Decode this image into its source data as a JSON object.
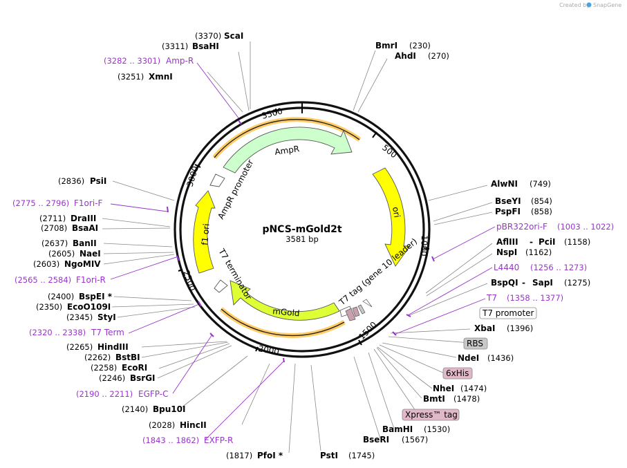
{
  "credit": {
    "prefix": "Created by",
    "brand": "SnapGene"
  },
  "plasmid": {
    "name": "pNCS-mGold2t",
    "size": "3581 bp"
  },
  "ticks": [
    "500",
    "1000",
    "1500",
    "2000",
    "2500",
    "3000",
    "3500"
  ],
  "features": {
    "ampr": "AmpR",
    "ampr_promoter": "AmpR promoter",
    "ori": "ori",
    "f1ori": "f1 ori",
    "t7_terminator": "T7 terminator",
    "mgold": "mGold",
    "t7tag": "T7 tag (gene 10 leader)"
  },
  "labels": {
    "scai": {
      "pos": "(3370)",
      "name": "ScaI"
    },
    "bsahi": {
      "pos": "(3311)",
      "name": "BsaHI"
    },
    "ampr_primer": {
      "pos": "(3282 .. 3301)",
      "name": "Amp-R"
    },
    "xmni": {
      "pos": "(3251)",
      "name": "XmnI"
    },
    "bmri": {
      "pos": "(230)",
      "name": "BmrI"
    },
    "ahdi": {
      "pos": "(270)",
      "name": "AhdI"
    },
    "alwni": {
      "pos": "(749)",
      "name": "AlwNI"
    },
    "bseyi": {
      "pos": "(854)",
      "name": "BseYI"
    },
    "pspfi": {
      "pos": "(858)",
      "name": "PspFI"
    },
    "pbr322": {
      "pos": "(1003 .. 1022)",
      "name": "pBR322ori-F"
    },
    "afliii": {
      "pos": "(1158)",
      "name": "AflIII",
      "sep": "-",
      "name2": "PciI"
    },
    "nspi": {
      "pos": "(1162)",
      "name": "NspI"
    },
    "l4440": {
      "pos": "(1256 .. 1273)",
      "name": "L4440"
    },
    "bspqi": {
      "pos": "(1275)",
      "name": "BspQI",
      "sep": "-",
      "name2": "SapI"
    },
    "t7primer": {
      "pos": "(1358 .. 1377)",
      "name": "T7"
    },
    "t7promoter": {
      "name": "T7 promoter"
    },
    "xbai": {
      "pos": "(1396)",
      "name": "XbaI"
    },
    "rbs": {
      "name": "RBS"
    },
    "ndei": {
      "pos": "(1436)",
      "name": "NdeI"
    },
    "sixhis": {
      "name": "6xHis"
    },
    "nhei": {
      "pos": "(1474)",
      "name": "NheI"
    },
    "bmti": {
      "pos": "(1478)",
      "name": "BmtI"
    },
    "xpress": {
      "name": "Xpress™ tag"
    },
    "bamhi": {
      "pos": "(1530)",
      "name": "BamHI"
    },
    "bseri": {
      "pos": "(1567)",
      "name": "BseRI"
    },
    "psti": {
      "pos": "(1745)",
      "name": "PstI"
    },
    "pfoi": {
      "pos": "(1817)",
      "name": "PfoI *"
    },
    "exfp": {
      "pos": "(1843 .. 1862)",
      "name": "EXFP-R"
    },
    "hincii": {
      "pos": "(2028)",
      "name": "HincII"
    },
    "bpu10i": {
      "pos": "(2140)",
      "name": "Bpu10I"
    },
    "egfpc": {
      "pos": "(2190 .. 2211)",
      "name": "EGFP-C"
    },
    "bsrgi": {
      "pos": "(2246)",
      "name": "BsrGI"
    },
    "ecori": {
      "pos": "(2258)",
      "name": "EcoRI"
    },
    "bstbi": {
      "pos": "(2262)",
      "name": "BstBI"
    },
    "hindiii": {
      "pos": "(2265)",
      "name": "HindIII"
    },
    "t7term": {
      "pos": "(2320 .. 2338)",
      "name": "T7 Term"
    },
    "styi": {
      "pos": "(2345)",
      "name": "StyI"
    },
    "ecoo109i": {
      "pos": "(2350)",
      "name": "EcoO109I"
    },
    "bspei": {
      "pos": "(2400)",
      "name": "BspEI *"
    },
    "f1orir": {
      "pos": "(2565 .. 2584)",
      "name": "F1ori-R"
    },
    "ngomiv": {
      "pos": "(2603)",
      "name": "NgoMIV"
    },
    "naei": {
      "pos": "(2605)",
      "name": "NaeI"
    },
    "banii": {
      "pos": "(2637)",
      "name": "BanII"
    },
    "bsaai": {
      "pos": "(2708)",
      "name": "BsaAI"
    },
    "draiii": {
      "pos": "(2711)",
      "name": "DraIII"
    },
    "f1orif": {
      "pos": "(2775 .. 2796)",
      "name": "F1ori-F"
    },
    "psii": {
      "pos": "(2836)",
      "name": "PsiI"
    }
  },
  "colors": {
    "primer": "#9933cc",
    "ampr_fill": "#ccffcc",
    "ori_fill": "#ffff00",
    "mgold_fill": "#ddff33",
    "orf_highlight": "#ffcc66",
    "rbs_box": "#c8c8c8",
    "tag_box": "#e0b8c8"
  }
}
